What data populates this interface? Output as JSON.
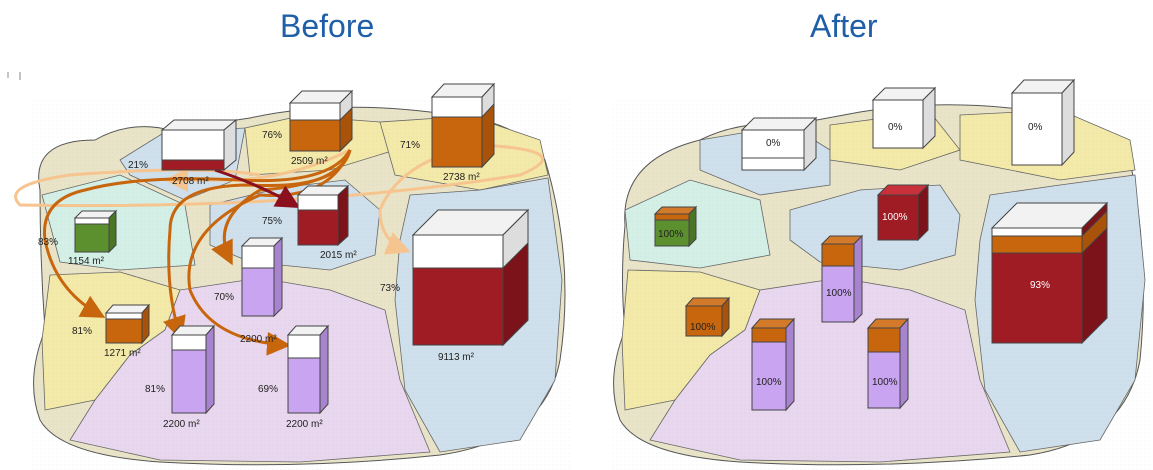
{
  "panels": {
    "before": {
      "title": "Before",
      "percent_labels": [
        "21%",
        "76%",
        "71%",
        "83%",
        "75%",
        "70%",
        "73%",
        "81%",
        "81%",
        "69%"
      ],
      "area_labels": [
        "2708 m²",
        "2509 m²",
        "2738 m²",
        "1154 m²",
        "2015 m²",
        "2200 m²",
        "1271 m²",
        "9113 m²",
        "2200 m²",
        "2200 m²"
      ]
    },
    "after": {
      "title": "After",
      "percent_labels": [
        "0%",
        "0%",
        "0%",
        "100%",
        "100%",
        "100%",
        "100%",
        "100%",
        "100%",
        "93%"
      ]
    }
  },
  "colors": {
    "title": "#1f5fa8",
    "zone_yellow": "#f3e9a8",
    "zone_blue": "#cfe0ec",
    "zone_mint": "#d3efe6",
    "zone_pink": "#e8d7ee",
    "fill_red": "#a01c24",
    "fill_orange": "#c8660e",
    "fill_green": "#5c8f2e",
    "fill_purple": "#c9a4f0",
    "arrow_orange": "#c8660e",
    "arrow_light": "#f6c48e"
  }
}
